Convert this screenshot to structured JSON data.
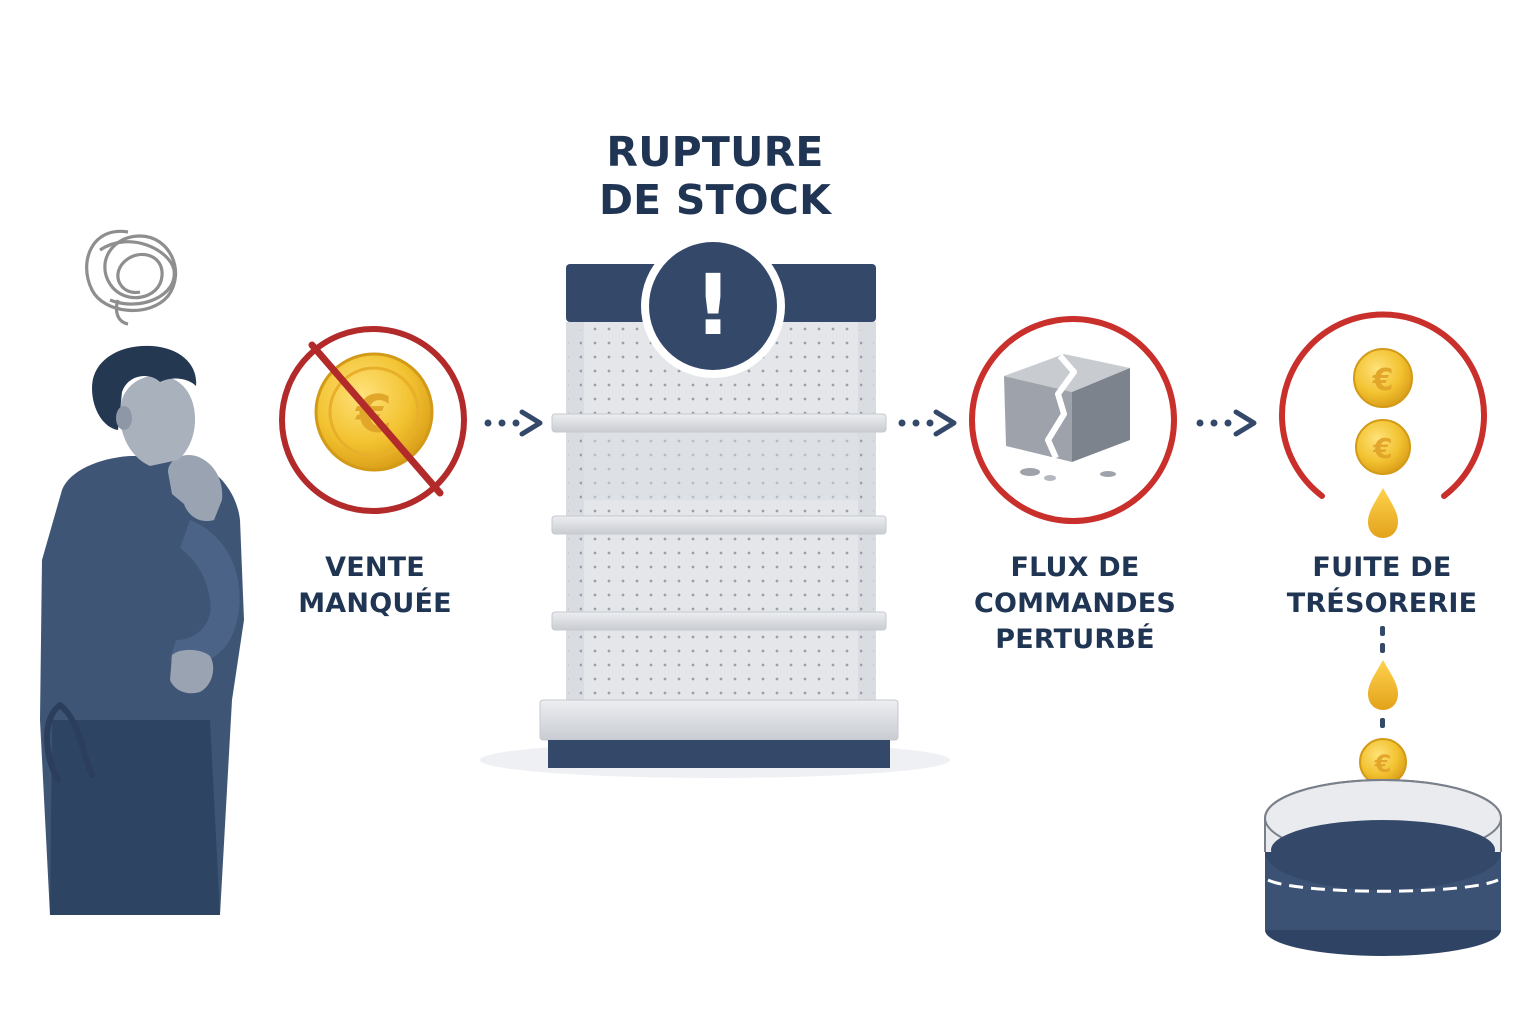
{
  "title": {
    "line1": "RUPTURE",
    "line2": "DE STOCK"
  },
  "steps": [
    {
      "id": "vente",
      "line1": "VENTE",
      "line2": "MANQUÉE",
      "line3": ""
    },
    {
      "id": "flux",
      "line1": "FLUX DE",
      "line2": "COMMANDES",
      "line3": "PERTURBÉ"
    },
    {
      "id": "fuite",
      "line1": "FUITE DE",
      "line2": "TRÉSORERIE",
      "line3": ""
    }
  ],
  "coin_symbol": "€",
  "alert_symbol": "!",
  "icons": {
    "person": "worried-shopkeeper-icon",
    "no_sale": "crossed-coin-icon",
    "shelf": "empty-shelf-icon",
    "alert": "exclamation-alert-icon",
    "broken_box": "broken-box-icon",
    "coin_drip": "dripping-coins-icon",
    "basin": "treasury-basin-icon"
  },
  "colors": {
    "navy": "#34496a",
    "dark_text": "#1f3553",
    "red_ring": "#c9302c",
    "gold": "#f2c230",
    "grey": "#b9bdc4"
  }
}
